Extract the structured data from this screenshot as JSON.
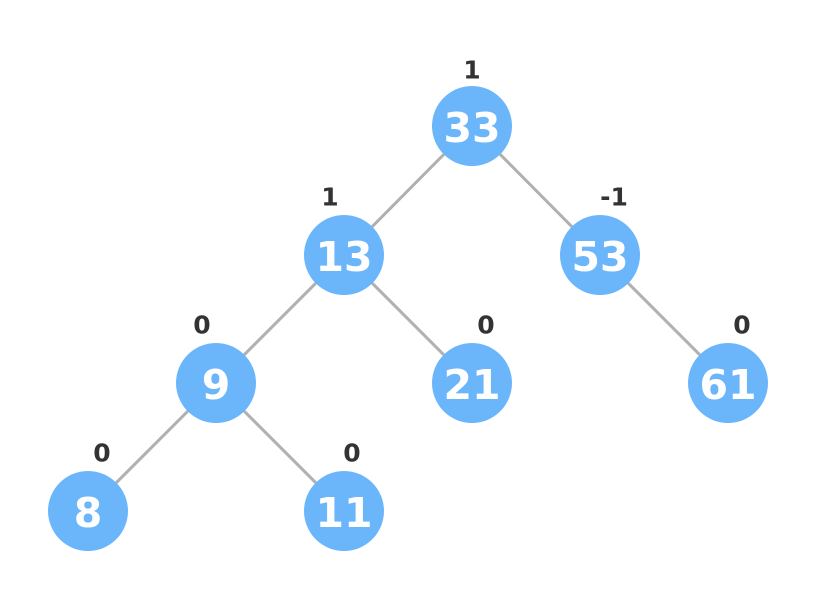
{
  "tree": {
    "nodes": [
      {
        "id": "n33",
        "value": "33",
        "balance": "1"
      },
      {
        "id": "n13",
        "value": "13",
        "balance": "1"
      },
      {
        "id": "n53",
        "value": "53",
        "balance": "-1"
      },
      {
        "id": "n9",
        "value": "9",
        "balance": "0"
      },
      {
        "id": "n21",
        "value": "21",
        "balance": "0"
      },
      {
        "id": "n61",
        "value": "61",
        "balance": "0"
      },
      {
        "id": "n8",
        "value": "8",
        "balance": "0"
      },
      {
        "id": "n11",
        "value": "11",
        "balance": "0"
      }
    ],
    "edges": [
      {
        "from": "n33",
        "to": "n13"
      },
      {
        "from": "n33",
        "to": "n53"
      },
      {
        "from": "n13",
        "to": "n9"
      },
      {
        "from": "n13",
        "to": "n21"
      },
      {
        "from": "n53",
        "to": "n61"
      },
      {
        "from": "n9",
        "to": "n8"
      },
      {
        "from": "n9",
        "to": "n11"
      }
    ]
  },
  "colors": {
    "node_fill": "#6bb5fb",
    "node_text": "#ffffff",
    "edge": "#b0b0b0",
    "balance_text": "#333333"
  }
}
